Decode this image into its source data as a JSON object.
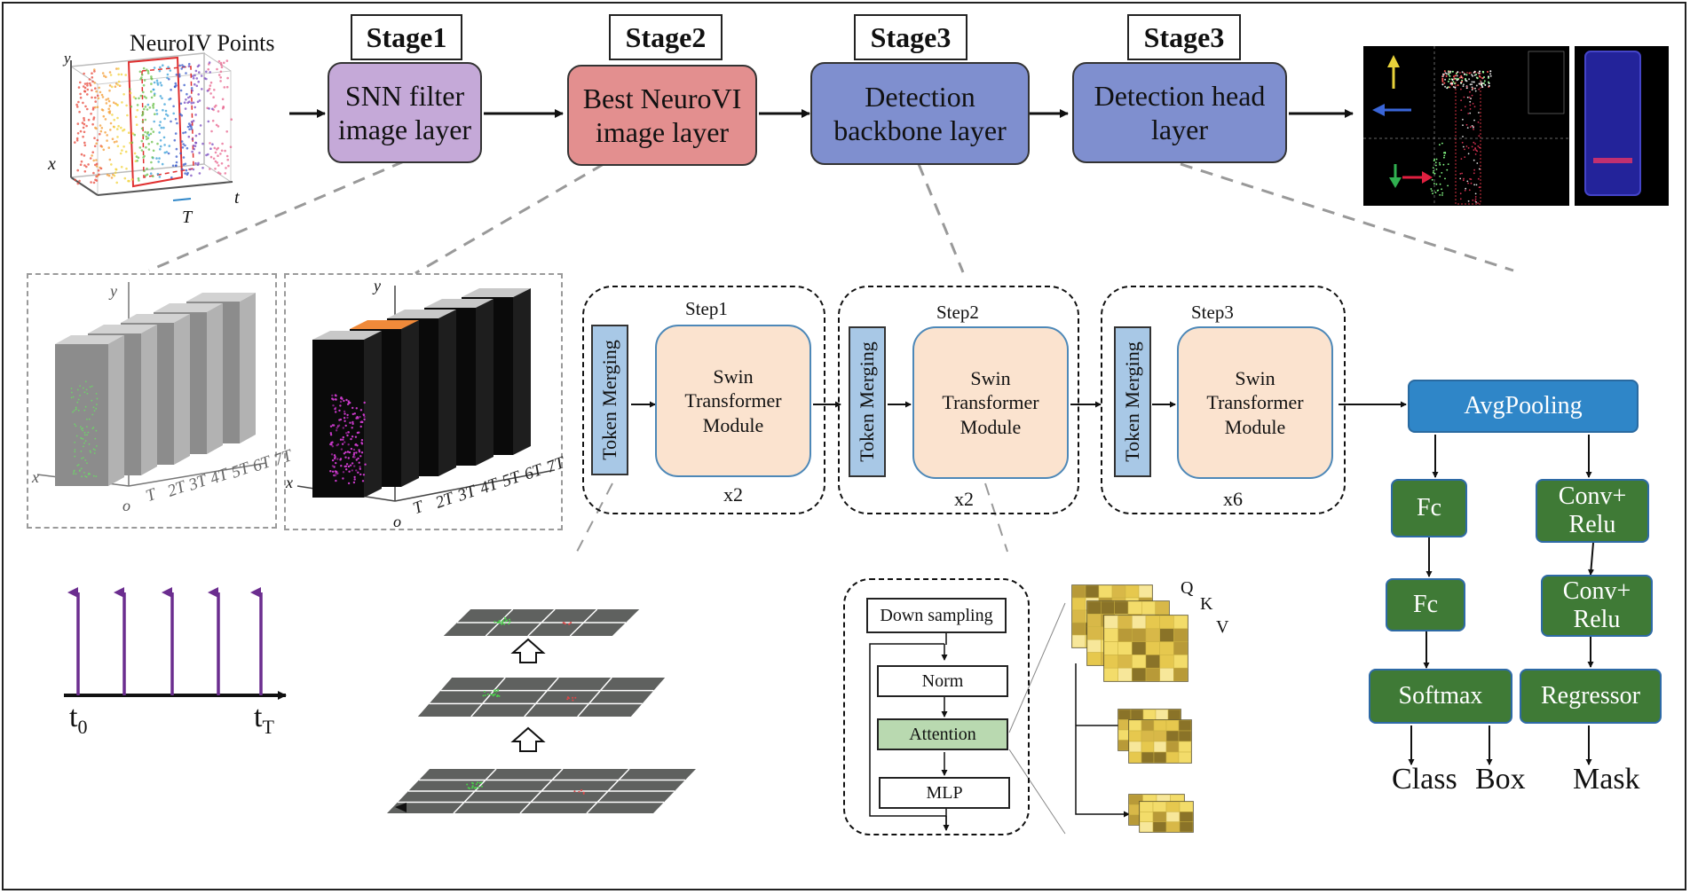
{
  "top_row": {
    "pointcloud": {
      "title": "NeuroIV Points",
      "axis_y": "y",
      "axis_x": "x",
      "axis_t": "t",
      "window": "T"
    },
    "stages": [
      {
        "label": "Stage1",
        "box_text": "SNN filter\nimage layer",
        "color": "#c5a9d8"
      },
      {
        "label": "Stage2",
        "box_text": "Best NeuroVI\nimage layer",
        "color": "#e38f8f"
      },
      {
        "label": "Stage3",
        "box_text": "Detection\nbackbone layer",
        "color": "#7f8fcf"
      },
      {
        "label": "Stage3",
        "box_text": "Detection head\nlayer",
        "color": "#7f8fcf"
      }
    ]
  },
  "frames_panel_1": {
    "axis_y": "y",
    "axis_x": "x",
    "origin": "o",
    "ticks": [
      "T",
      "2T",
      "3T",
      "4T",
      "5T",
      "6T",
      "7T"
    ]
  },
  "frames_panel_2": {
    "axis_y": "y",
    "axis_x": "x",
    "origin": "o",
    "ticks": [
      "T",
      "2T",
      "3T",
      "4T",
      "5T",
      "6T",
      "7T"
    ]
  },
  "backbone": {
    "steps": [
      {
        "title": "Step1",
        "token_label": "Token Merging",
        "module_text": "Swin\nTransformer\nModule",
        "repeat": "x2"
      },
      {
        "title": "Step2",
        "token_label": "Token Merging",
        "module_text": "Swin\nTransformer\nModule",
        "repeat": "x2"
      },
      {
        "title": "Step3",
        "token_label": "Token Merging",
        "module_text": "Swin\nTransformer\nModule",
        "repeat": "x6"
      }
    ]
  },
  "head": {
    "avgpool": "AvgPooling",
    "left_branch": [
      "Fc",
      "Fc",
      "Softmax"
    ],
    "right_branch": [
      "Conv+\nRelu",
      "Conv+\nRelu",
      "Regressor"
    ],
    "outputs": [
      "Class",
      "Box",
      "Mask"
    ],
    "box_color": "#3f7a36",
    "avg_color": "#2f86c8"
  },
  "spike_train": {
    "start_label": "t",
    "start_sub": "0",
    "end_label": "t",
    "end_sub": "T",
    "spike_count": 5,
    "spike_color": "#6b2d8f"
  },
  "swin_block": {
    "steps": [
      "Down sampling",
      "Norm",
      "Attention",
      "MLP"
    ],
    "qkv": [
      "Q",
      "K",
      "V"
    ],
    "attention_color": "#b9d9b0"
  }
}
